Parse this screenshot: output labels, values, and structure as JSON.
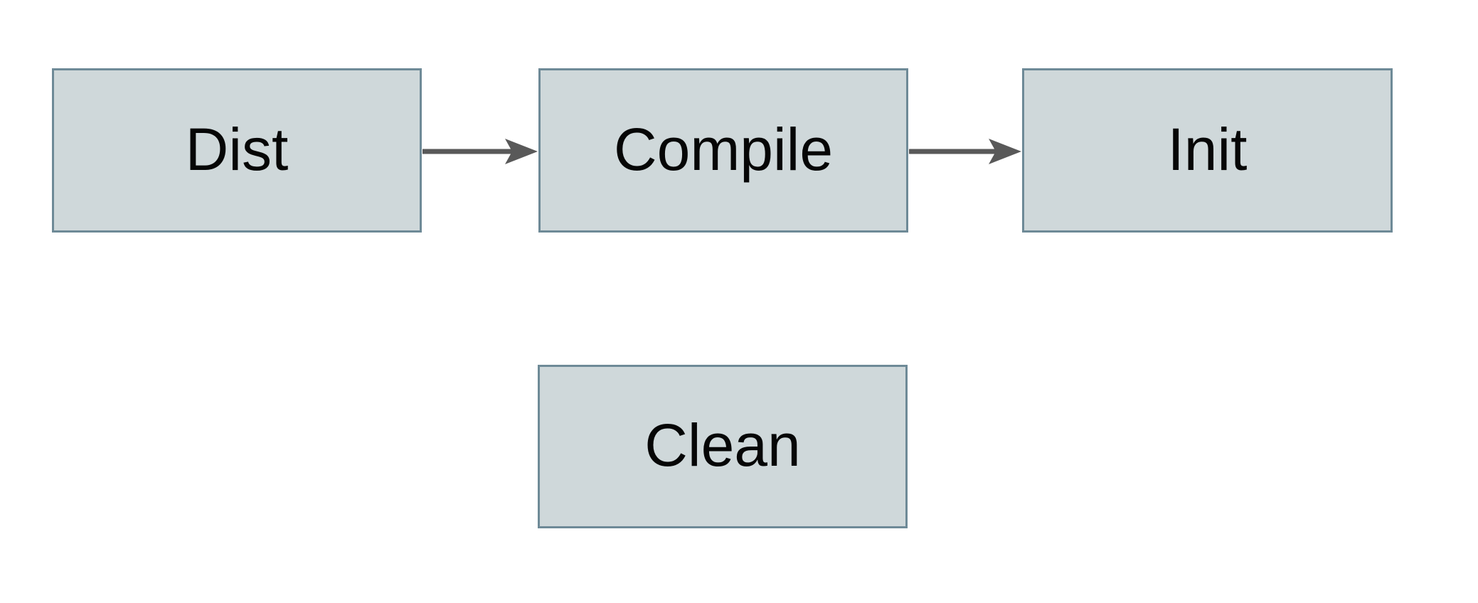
{
  "diagram": {
    "type": "flowchart",
    "background_color": "#ffffff",
    "node_fill_color": "#cfd8da",
    "node_border_color": "#6e8a97",
    "arrow_color": "#595959",
    "label_color": "#060606",
    "nodes": [
      {
        "id": "dist",
        "label": "Dist"
      },
      {
        "id": "compile",
        "label": "Compile"
      },
      {
        "id": "init",
        "label": "Init"
      },
      {
        "id": "clean",
        "label": "Clean"
      }
    ],
    "edges": [
      {
        "from": "dist",
        "to": "compile",
        "style": "solid-arrow"
      },
      {
        "from": "compile",
        "to": "init",
        "style": "solid-arrow"
      }
    ]
  }
}
